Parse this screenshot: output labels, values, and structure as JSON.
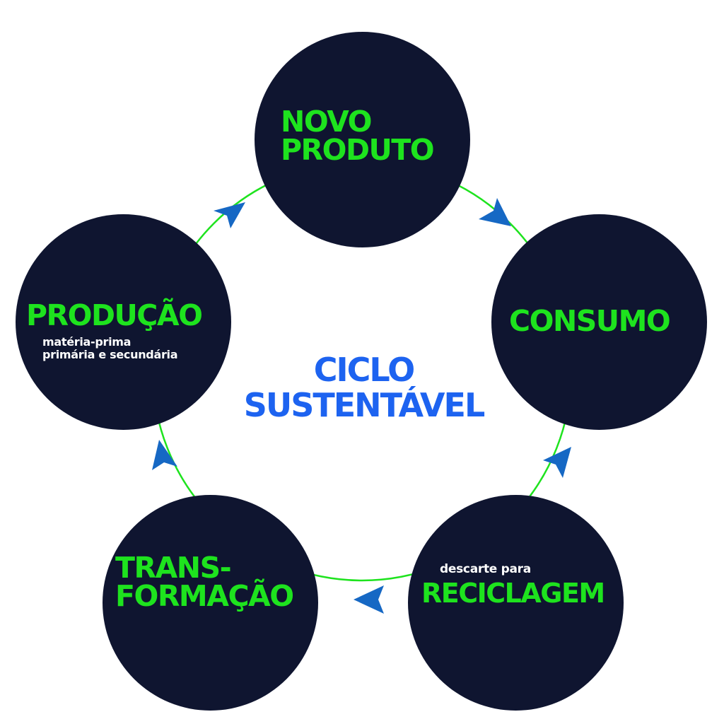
{
  "center": {
    "line1": "CICLO",
    "line2": "SUSTENTÁVEL"
  },
  "nodes": {
    "novo_produto": {
      "line1": "NOVO",
      "line2": "PRODUTO"
    },
    "consumo": {
      "title": "CONSUMO"
    },
    "reciclagem": {
      "subtitle": "descarte para",
      "title": "RECICLAGEM"
    },
    "transformacao": {
      "line1": "TRANS-",
      "line2": "FORMAÇÃO"
    },
    "producao": {
      "title": "PRODUÇÃO",
      "sub1": "matéria-prima",
      "sub2": "primária e secundária"
    }
  },
  "colors": {
    "node_fill": "#0f1530",
    "title_green": "#1ee31e",
    "center_blue": "#1d63f0",
    "connector_green": "#1ee31e",
    "arrow_blue": "#1668c4"
  }
}
